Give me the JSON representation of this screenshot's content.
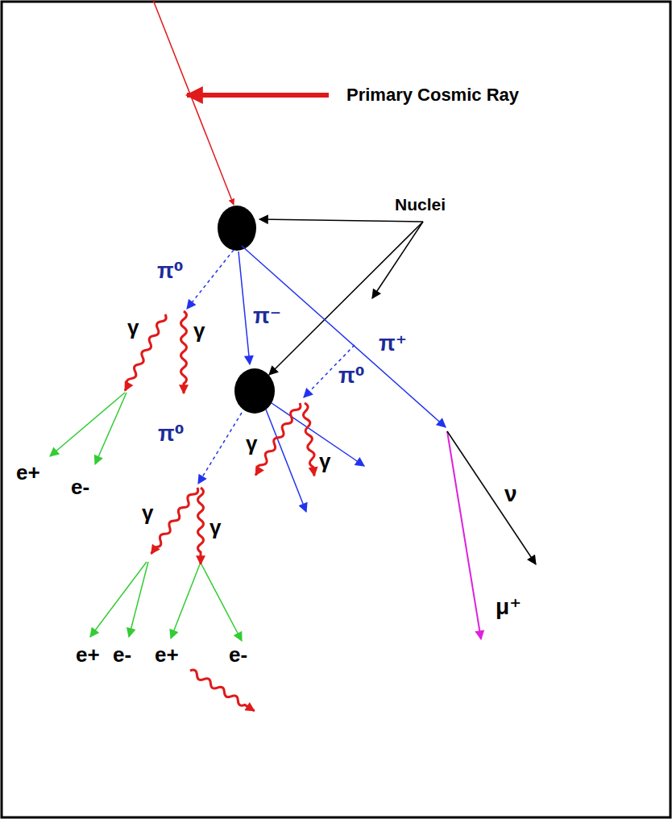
{
  "diagram": {
    "labels": [
      "Primary Cosmic Ray",
      "Nuclei",
      "π⁰",
      "π⁻",
      "γ",
      "γ",
      "π⁺",
      "π⁰",
      "γ",
      "γ",
      "e+",
      "e-",
      "π⁰",
      "ν",
      "γ",
      "γ",
      "μ⁺",
      "e+",
      "e-",
      "e+",
      "e-"
    ]
  }
}
